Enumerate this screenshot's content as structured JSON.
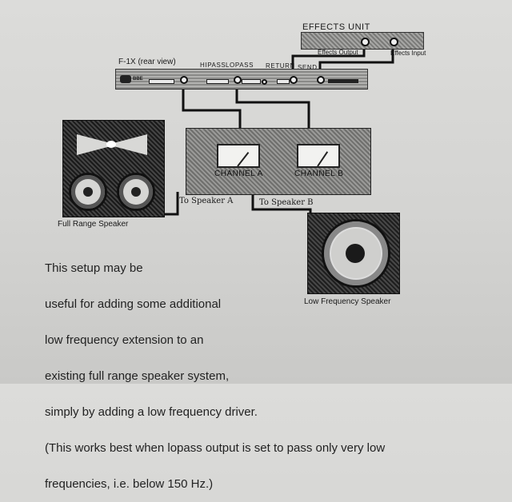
{
  "effects_unit": {
    "title": "EFFECTS UNIT",
    "output_label": "Effects Output",
    "input_label": "Effects Input"
  },
  "f1x": {
    "title": "F-1X (rear view)",
    "hipass_label": "HIPASS",
    "lopass_label": "LOPASS",
    "return_label": "RETURN",
    "send_label": "SEND",
    "brand": "BBE"
  },
  "amplifier": {
    "channel_a_label": "CHANNEL A",
    "channel_b_label": "CHANNEL B"
  },
  "speakers": {
    "full_range_caption": "Full Range Speaker",
    "low_freq_caption": "Low Frequency Speaker",
    "to_speaker_a": "To Speaker A",
    "to_speaker_b": "To Speaker B"
  },
  "description": {
    "lines": [
      "This setup may be",
      "useful for adding some additional",
      "low frequency extension to an",
      "existing full range speaker system,",
      "simply by adding a low frequency driver.",
      "(This works best when lopass output is set to pass only very low",
      "frequencies, i.e. below 150 Hz.)"
    ]
  }
}
